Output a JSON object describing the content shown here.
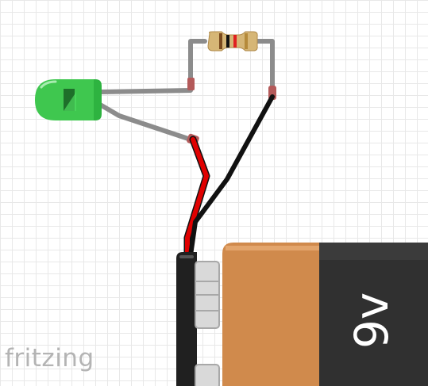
{
  "watermark": "fritzing",
  "battery": {
    "label": "9v"
  },
  "colors": {
    "wire_gray": "#8c8c8c",
    "wire_red": "#e00000",
    "wire_black": "#111111",
    "led_green": "#3fc74f",
    "battery_body": "#303030",
    "battery_copper": "#d08a4c"
  },
  "components": [
    "led",
    "resistor",
    "battery-9v",
    "red-wire",
    "black-wire"
  ]
}
